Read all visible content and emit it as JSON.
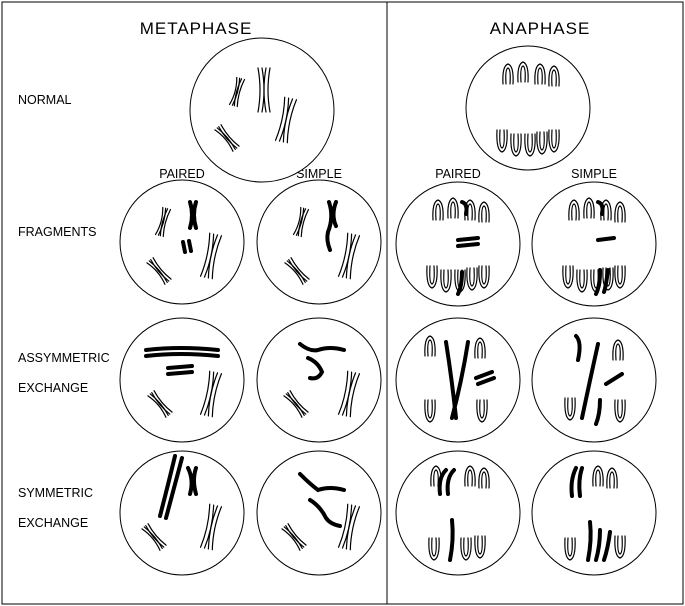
{
  "headers": {
    "left": "METAPHASE",
    "right": "ANAPHASE"
  },
  "subheaders": {
    "paired": "PAIRED",
    "simple": "SIMPLE"
  },
  "rows": {
    "normal": [
      "NORMAL"
    ],
    "fragments": [
      "FRAGMENTS"
    ],
    "asymmetric": [
      "ASSYMMETRIC",
      "EXCHANGE"
    ],
    "symmetric": [
      "SYMMETRIC",
      "EXCHANGE"
    ]
  }
}
